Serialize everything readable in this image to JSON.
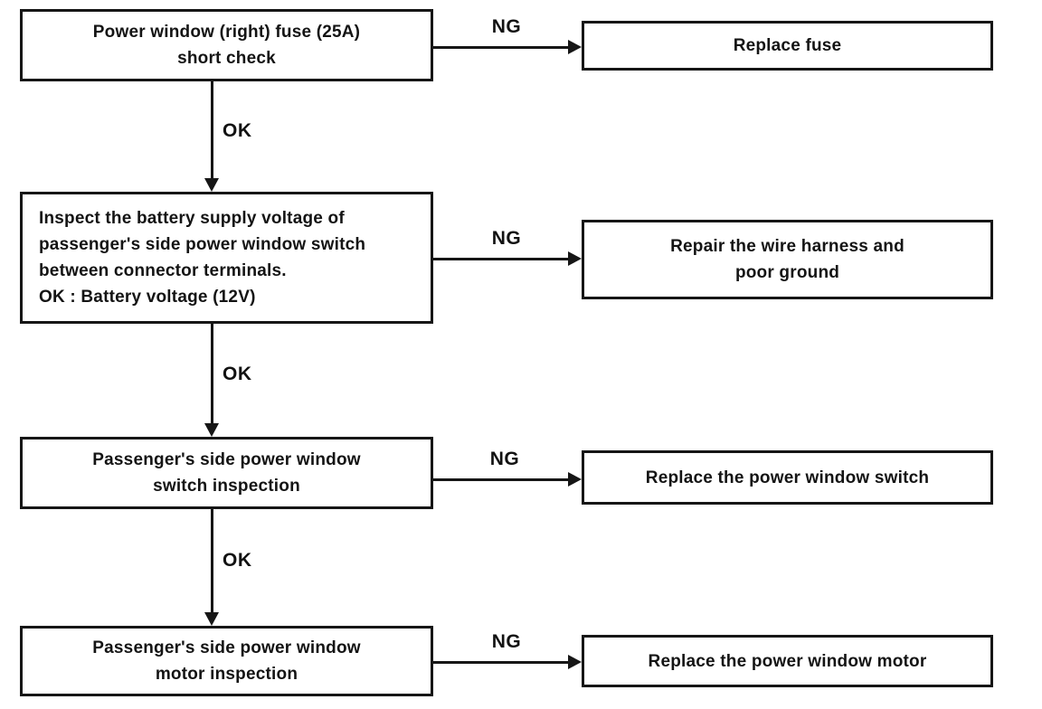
{
  "flowchart": {
    "background": "#ffffff",
    "line_color": "#161616",
    "ng_label": "NG",
    "ok_label": "OK",
    "steps": [
      {
        "check": [
          "Power window (right) fuse (25A)",
          "short check"
        ],
        "fail_action": [
          "Replace fuse"
        ]
      },
      {
        "check": [
          "Inspect the battery supply voltage of",
          "passenger's side power window switch",
          "between connector terminals.",
          "OK : Battery voltage (12V)"
        ],
        "fail_action": [
          "Repair the wire harness and",
          "poor ground"
        ]
      },
      {
        "check": [
          "Passenger's side power window",
          "switch inspection"
        ],
        "fail_action": [
          "Replace the power window switch"
        ]
      },
      {
        "check": [
          "Passenger's side power window",
          "motor inspection"
        ],
        "fail_action": [
          "Replace the power window motor"
        ]
      }
    ]
  }
}
